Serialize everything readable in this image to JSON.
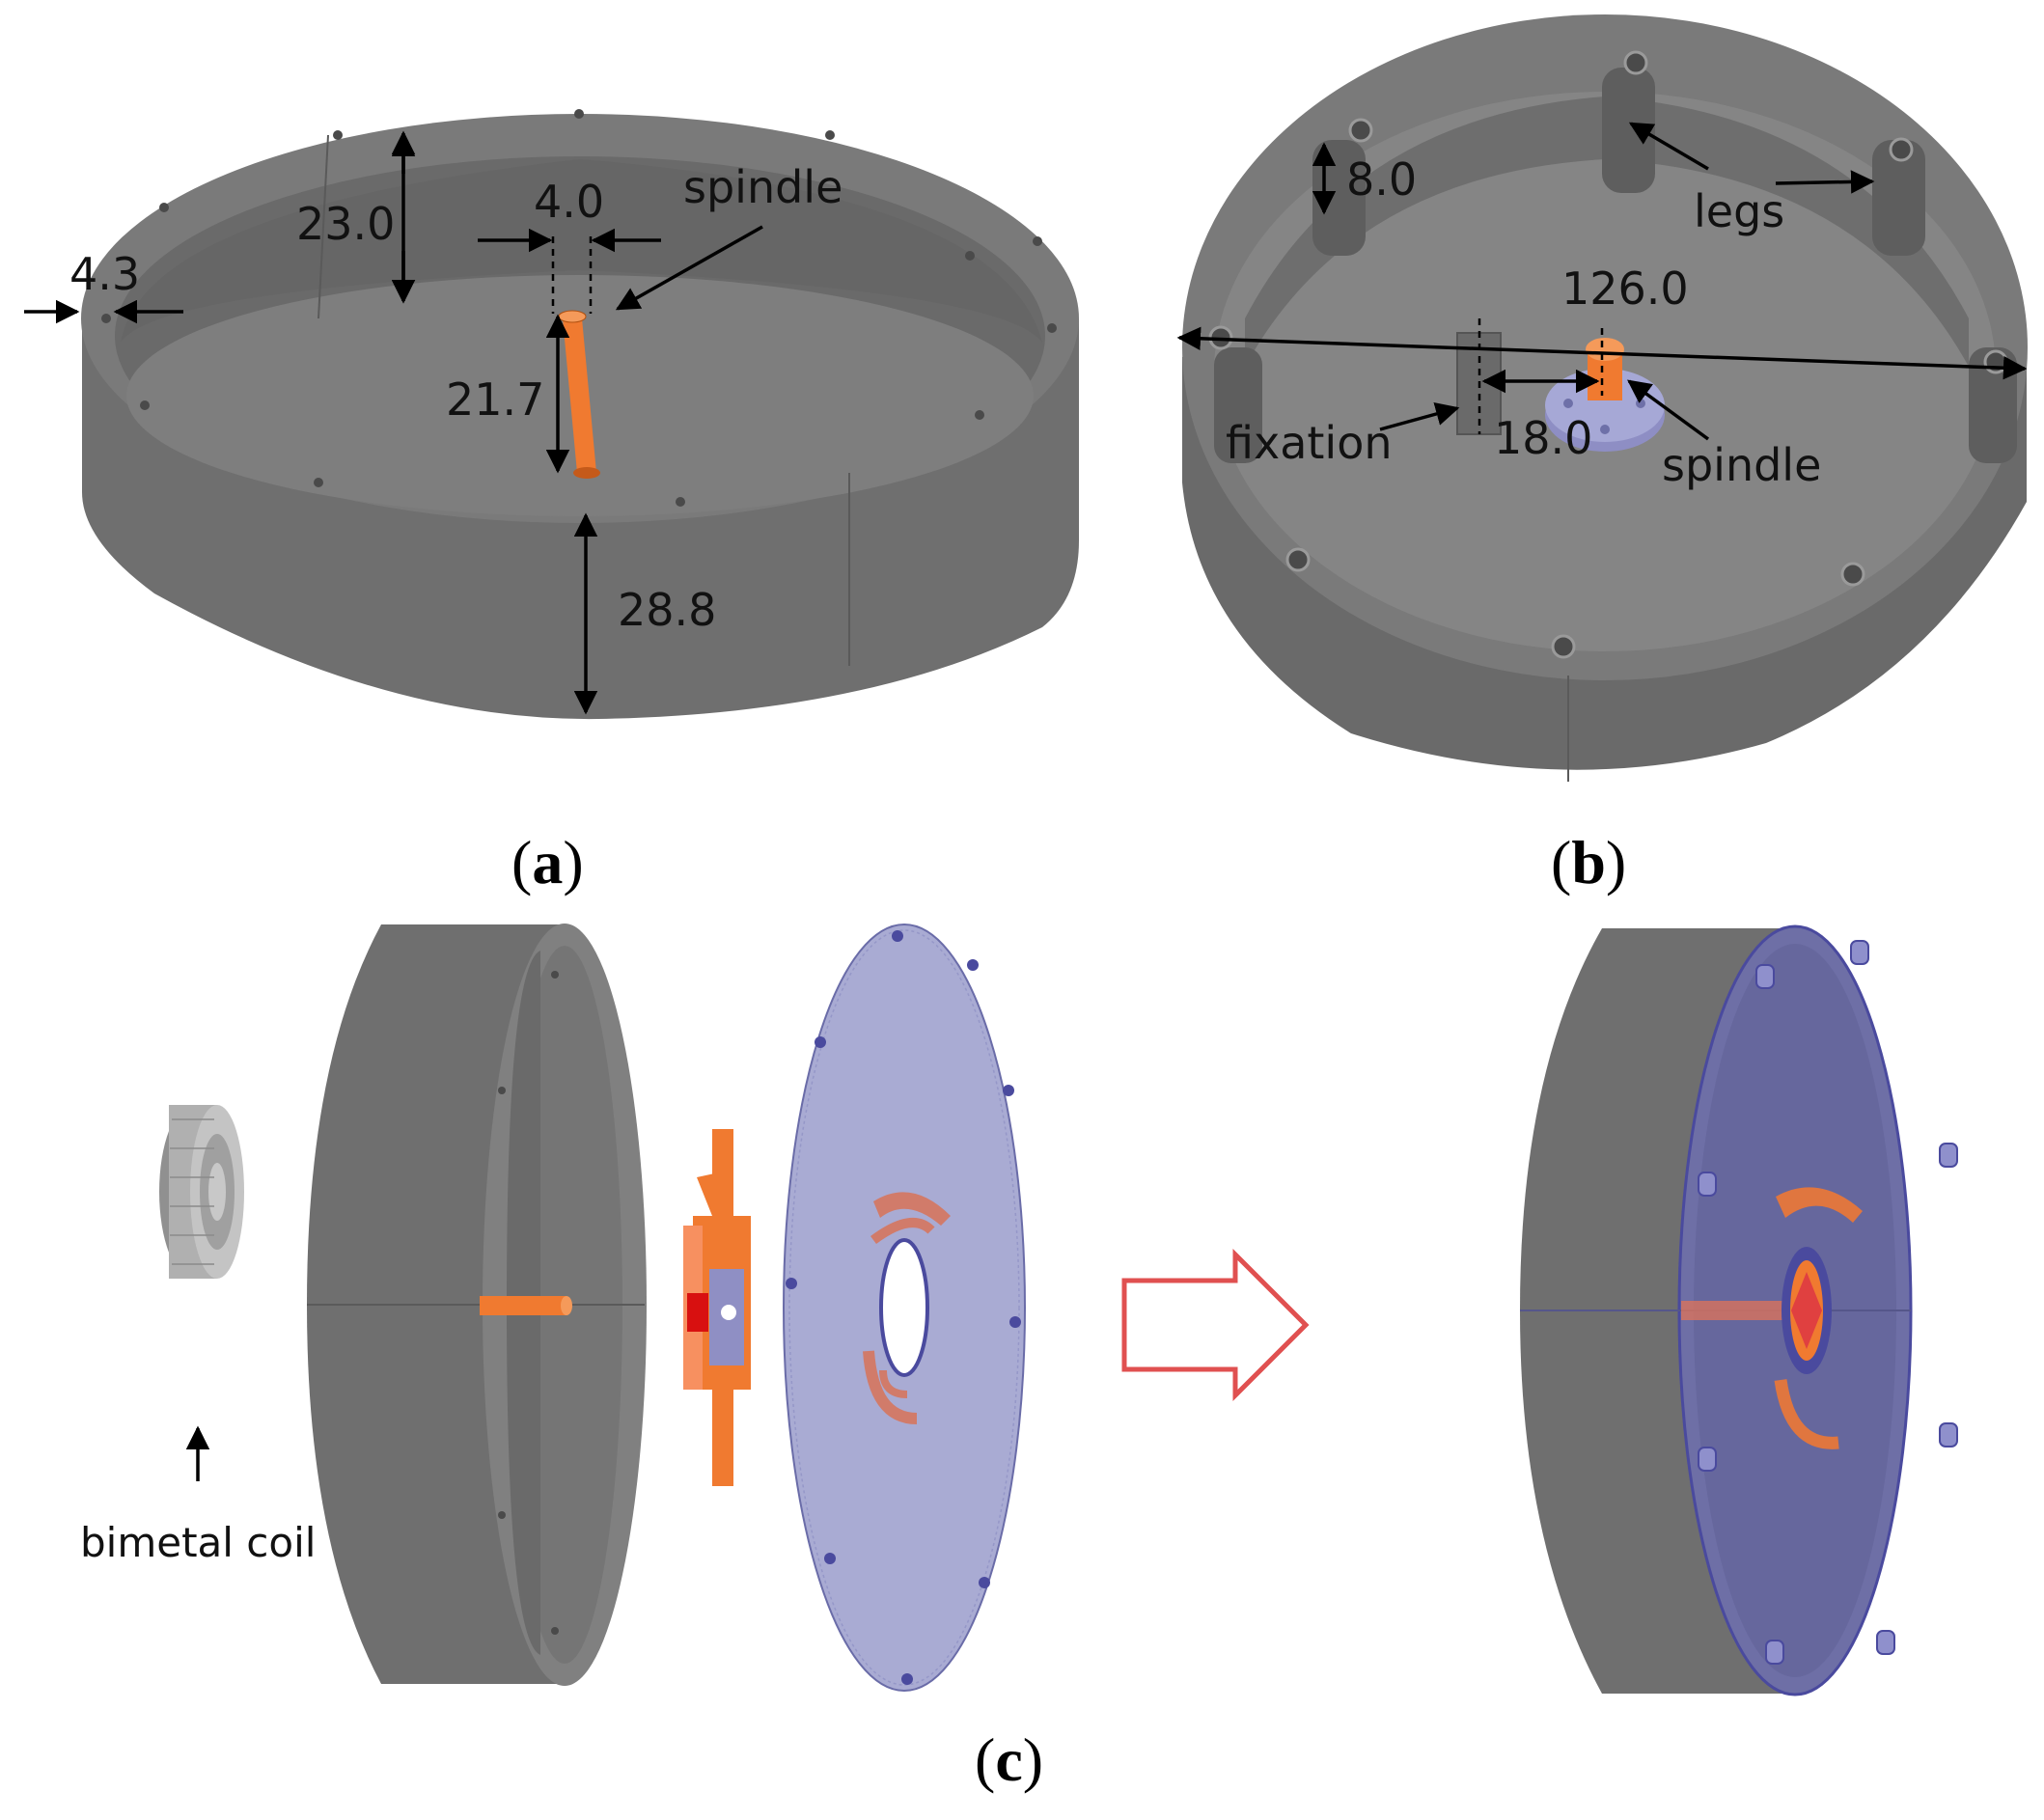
{
  "panels": {
    "a": {
      "label_open": "(",
      "label_letter": "a",
      "label_close": ")",
      "dims": [
        "4.3",
        "23.0",
        "4.0",
        "21.7",
        "28.8"
      ],
      "spindle_label": "spindle"
    },
    "b": {
      "label_open": "(",
      "label_letter": "b",
      "label_close": ")",
      "dims": [
        "8.0",
        "126.0",
        "18.0"
      ],
      "legs_label": "legs",
      "fixation_label": "fixation",
      "spindle_label": "spindle"
    },
    "c": {
      "label_open": "(",
      "label_letter": "c",
      "label_close": ")",
      "coil_label": "bimetal coil"
    }
  },
  "colors": {
    "housing": "#707070",
    "housing_dark": "#5a5a5a",
    "housing_rim": "#858585",
    "spindle": "#f07a30",
    "lid": "#a9abd3",
    "lid_dark": "#7577b0",
    "outline": "#4a4a9e",
    "arrow_red": "#e05050",
    "coil": "#a8a8a8"
  },
  "icons": [
    "right-arrow-icon"
  ]
}
